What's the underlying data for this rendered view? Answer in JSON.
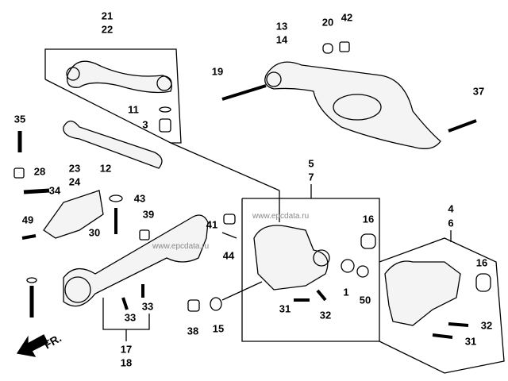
{
  "diagram": {
    "title": "Rear suspension arms and knuckle",
    "direction_marker": "FR.",
    "watermark": "www.epcdata.ru",
    "callouts": [
      {
        "id": "c21",
        "text": "21"
      },
      {
        "id": "c22",
        "text": "22"
      },
      {
        "id": "c13",
        "text": "13"
      },
      {
        "id": "c14",
        "text": "14"
      },
      {
        "id": "c20",
        "text": "20"
      },
      {
        "id": "c42",
        "text": "42"
      },
      {
        "id": "c19",
        "text": "19"
      },
      {
        "id": "c37",
        "text": "37"
      },
      {
        "id": "c11",
        "text": "11"
      },
      {
        "id": "c3",
        "text": "3"
      },
      {
        "id": "c35",
        "text": "35"
      },
      {
        "id": "c12",
        "text": "12"
      },
      {
        "id": "c28",
        "text": "28"
      },
      {
        "id": "c23",
        "text": "23"
      },
      {
        "id": "c24",
        "text": "24"
      },
      {
        "id": "c34",
        "text": "34"
      },
      {
        "id": "c43",
        "text": "43"
      },
      {
        "id": "c49",
        "text": "49"
      },
      {
        "id": "c30",
        "text": "30"
      },
      {
        "id": "c39",
        "text": "39"
      },
      {
        "id": "c41",
        "text": "41"
      },
      {
        "id": "c44",
        "text": "44"
      },
      {
        "id": "c5",
        "text": "5"
      },
      {
        "id": "c7",
        "text": "7"
      },
      {
        "id": "c16a",
        "text": "16"
      },
      {
        "id": "c4",
        "text": "4"
      },
      {
        "id": "c6",
        "text": "6"
      },
      {
        "id": "c16b",
        "text": "16"
      },
      {
        "id": "c1",
        "text": "1"
      },
      {
        "id": "c50",
        "text": "50"
      },
      {
        "id": "c31a",
        "text": "31"
      },
      {
        "id": "c32a",
        "text": "32"
      },
      {
        "id": "c33a",
        "text": "33"
      },
      {
        "id": "c33b",
        "text": "33"
      },
      {
        "id": "c38",
        "text": "38"
      },
      {
        "id": "c15",
        "text": "15"
      },
      {
        "id": "c17",
        "text": "17"
      },
      {
        "id": "c18",
        "text": "18"
      },
      {
        "id": "c32b",
        "text": "32"
      },
      {
        "id": "c31b",
        "text": "31"
      }
    ]
  }
}
